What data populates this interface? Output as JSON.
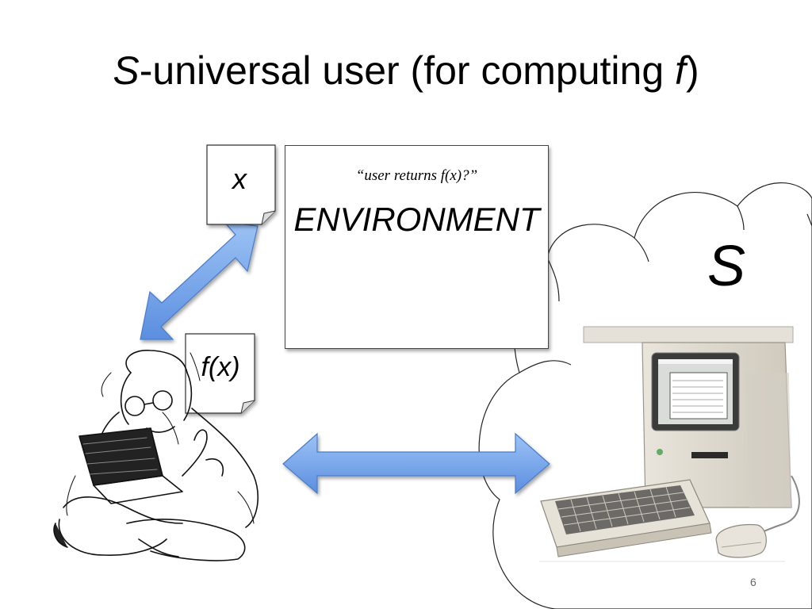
{
  "slide": {
    "title_italic": "S",
    "title_text": "-universal user (for computing ",
    "title_f": "f",
    "title_close": ")",
    "page_number": "6"
  },
  "environment": {
    "quote": "“user returns f(x)?”",
    "label": "ENVIRONMENT"
  },
  "cards": {
    "input": "x",
    "output": "f(x)"
  },
  "server": {
    "label": "S"
  },
  "colors": {
    "arrow_fill": "#6fa0e6",
    "arrow_stroke": "#4a7cc8",
    "text": "#000000"
  }
}
